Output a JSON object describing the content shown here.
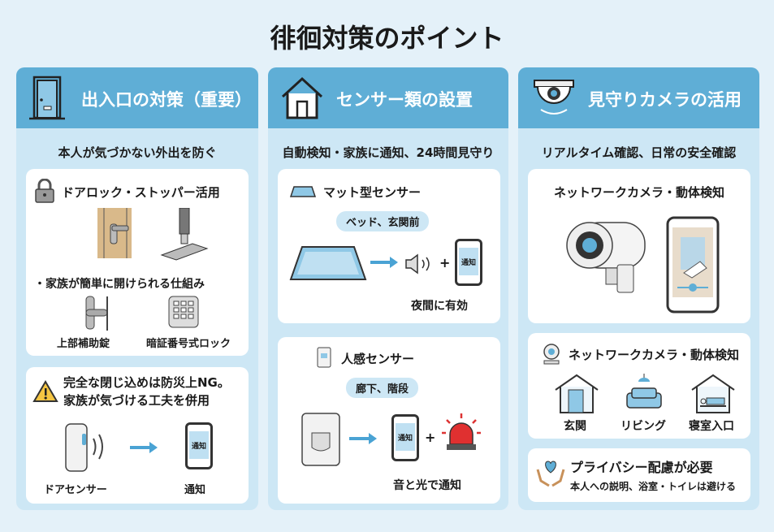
{
  "title": "徘徊対策のポイント",
  "columns": [
    {
      "header": "出入口の対策（重要）",
      "subtitle": "本人が気づかない外出を防ぐ",
      "card1": {
        "title": "ドアロック・ストッパー活用",
        "bullet": "・家族が簡単に開けられる仕組み",
        "items": [
          "上部補助錠",
          "暗証番号式ロック"
        ]
      },
      "card2": {
        "warning": [
          "完全な閉じ込めは防災上NG。",
          "家族が気づける工夫を併用"
        ],
        "items": [
          "ドアセンサー",
          "通知"
        ],
        "phone_label": "通知"
      }
    },
    {
      "header": "センサー類の設置",
      "subtitle": "自動検知・家族に通知、24時間見守り",
      "card1": {
        "title": "マット型センサー",
        "tag": "ベッド、玄関前",
        "note": "夜間に有効",
        "phone_label": "通知",
        "plus": "+"
      },
      "card2": {
        "title": "人感センサー",
        "tag": "廊下、階段",
        "note": "音と光で通知",
        "phone_label": "通知",
        "plus": "+"
      }
    },
    {
      "header": "見守りカメラの活用",
      "subtitle": "リアルタイム確認、日常の安全確認",
      "card1": {
        "title": "ネットワークカメラ・動体検知"
      },
      "card2": {
        "title": "ネットワークカメラ・動体検知",
        "places": [
          "玄関",
          "リビング",
          "寝室入口"
        ]
      },
      "card3": {
        "title": "プライバシー配慮が必要",
        "note": "本人への説明、浴室・トイレは避ける"
      }
    }
  ],
  "colors": {
    "header": "#5faed6",
    "panel": "#cde7f5",
    "accent": "#4aa3d4"
  }
}
